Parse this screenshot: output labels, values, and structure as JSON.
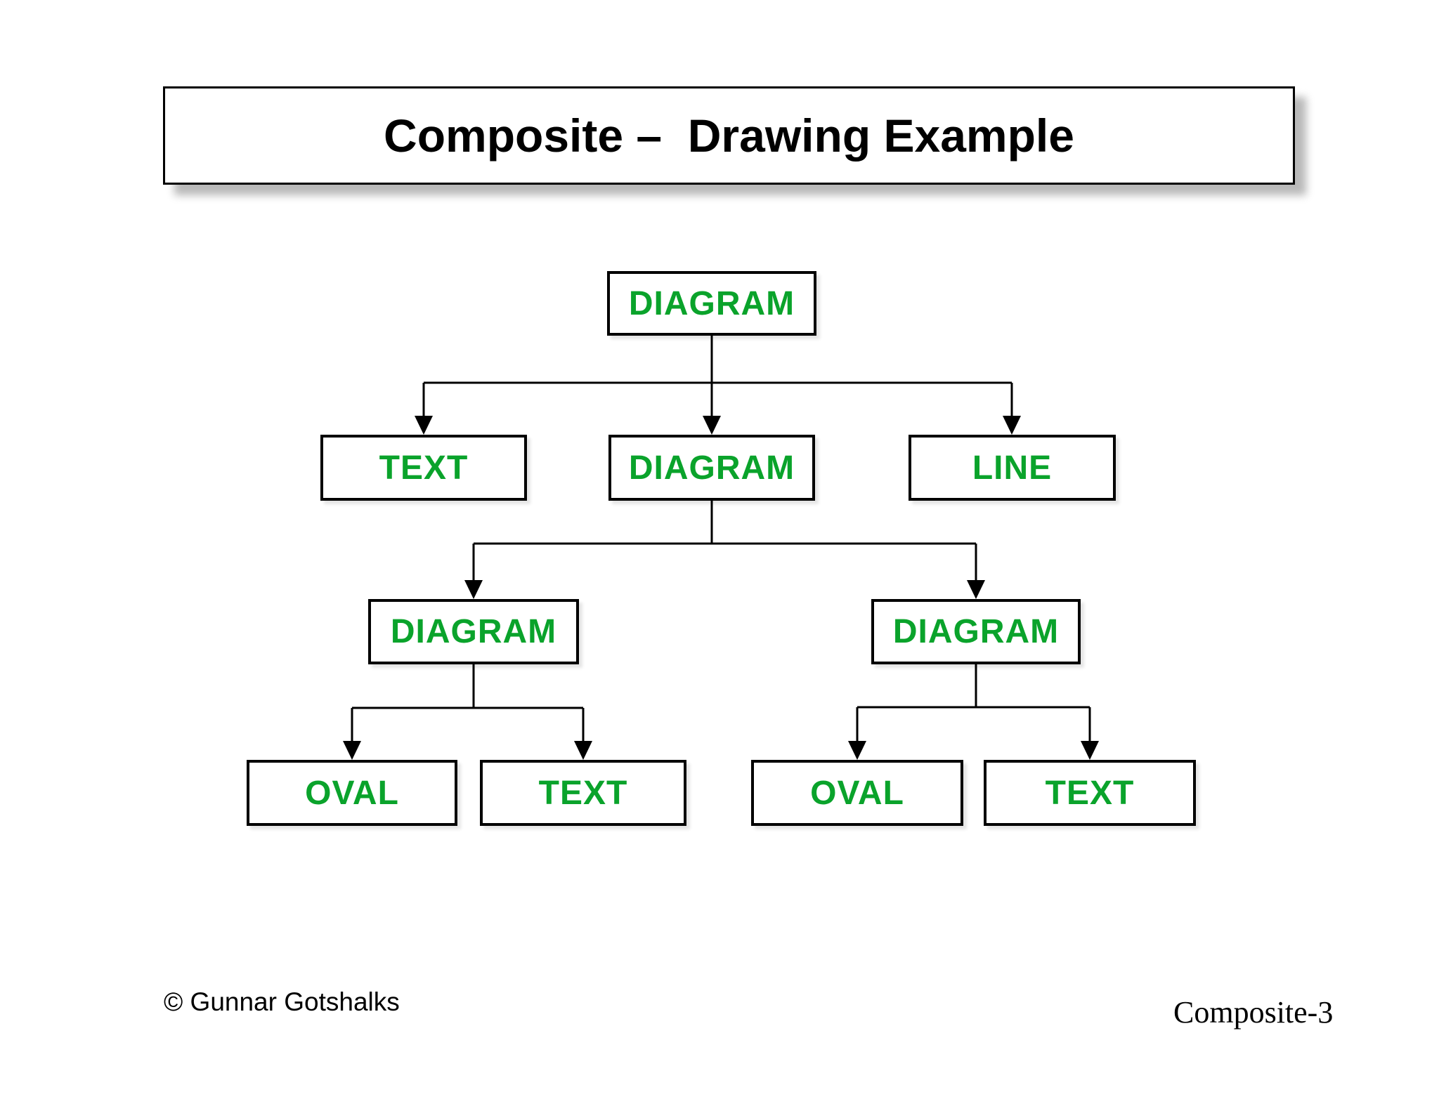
{
  "title": "Composite –  Drawing Example",
  "tree": {
    "nodes": [
      {
        "label": "DIAGRAM",
        "level": 1,
        "parent": null
      },
      {
        "label": "TEXT",
        "level": 2,
        "parent": 0
      },
      {
        "label": "DIAGRAM",
        "level": 2,
        "parent": 0
      },
      {
        "label": "LINE",
        "level": 2,
        "parent": 0
      },
      {
        "label": "DIAGRAM",
        "level": 3,
        "parent": 2
      },
      {
        "label": "DIAGRAM",
        "level": 3,
        "parent": 2
      },
      {
        "label": "OVAL",
        "level": 4,
        "parent": 4
      },
      {
        "label": "TEXT",
        "level": 4,
        "parent": 4
      },
      {
        "label": "OVAL",
        "level": 4,
        "parent": 5
      },
      {
        "label": "TEXT",
        "level": 4,
        "parent": 5
      }
    ]
  },
  "footer": {
    "copyright": "© Gunnar Gotshalks",
    "page_label": "Composite-3"
  },
  "colors": {
    "node-green": "#0AA32B",
    "connector-black": "#000000",
    "shadow-gray": "#BFBFBF",
    "background": "#FFFFFF"
  }
}
